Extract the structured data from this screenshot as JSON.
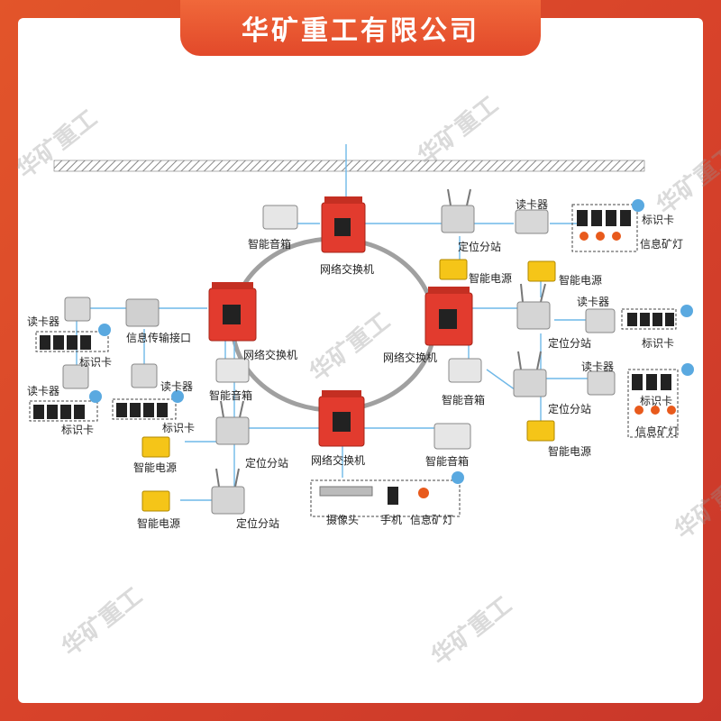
{
  "banner": {
    "title": "华矿重工有限公司"
  },
  "watermark": "华矿重工",
  "colors": {
    "background": "#d8432a",
    "switch": "#e23b2e",
    "power": "#f5c518",
    "link": "#6fb8e8",
    "ring": "#9a9a9a"
  },
  "labels": {
    "switch": "网络交换机",
    "speaker": "智能音箱",
    "station": "定位分站",
    "power": "智能电源",
    "reader": "读卡器",
    "card": "标识卡",
    "lamp": "信息矿灯",
    "interface": "信息传输接口",
    "camera": "摄像头",
    "phone": "手机",
    "wifi": "wifi-icon"
  }
}
